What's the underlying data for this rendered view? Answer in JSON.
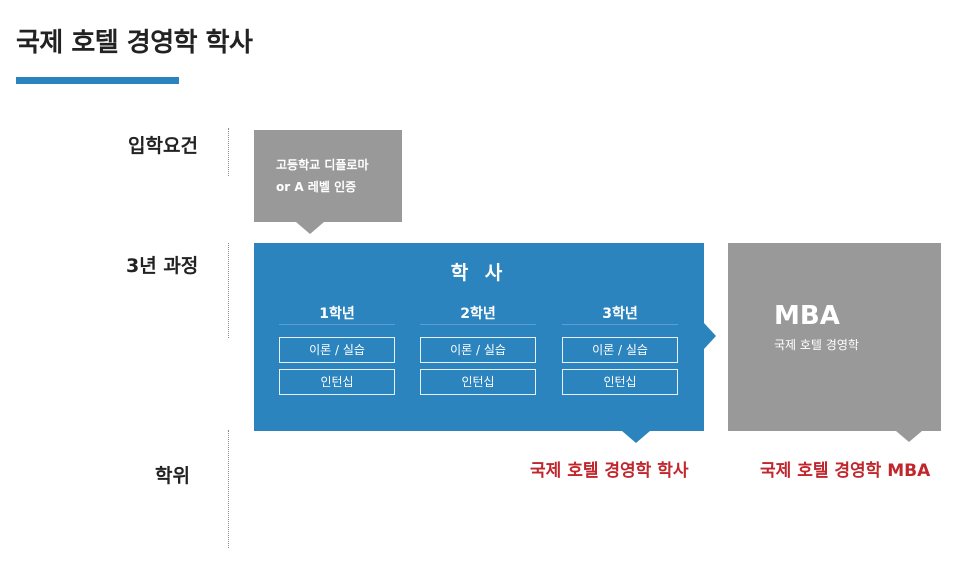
{
  "page": {
    "title": "국제 호텔 경영학 학사"
  },
  "rows": {
    "requirements": "입학요건",
    "course": "3년 과정",
    "degree": "학위"
  },
  "requirements_box": {
    "line1": "고등학교 디플로마",
    "line2": "or A 레벨 인증"
  },
  "bachelor": {
    "title": "학 사",
    "years": [
      {
        "label": "1학년",
        "course1": "이론 / 실습",
        "course2": "인턴십"
      },
      {
        "label": "2학년",
        "course1": "이론 / 실습",
        "course2": "인턴십"
      },
      {
        "label": "3학년",
        "course1": "이론 / 실습",
        "course2": "인턴십"
      }
    ]
  },
  "mba": {
    "title": "MBA",
    "subtitle": "국제 호텔 경영학"
  },
  "degrees": {
    "bachelor": "국제 호텔 경영학 학사",
    "mba": "국제 호텔 경영학 MBA"
  },
  "colors": {
    "accent_blue": "#2b84bd",
    "box_gray": "#999999",
    "degree_red": "#c0272d"
  }
}
